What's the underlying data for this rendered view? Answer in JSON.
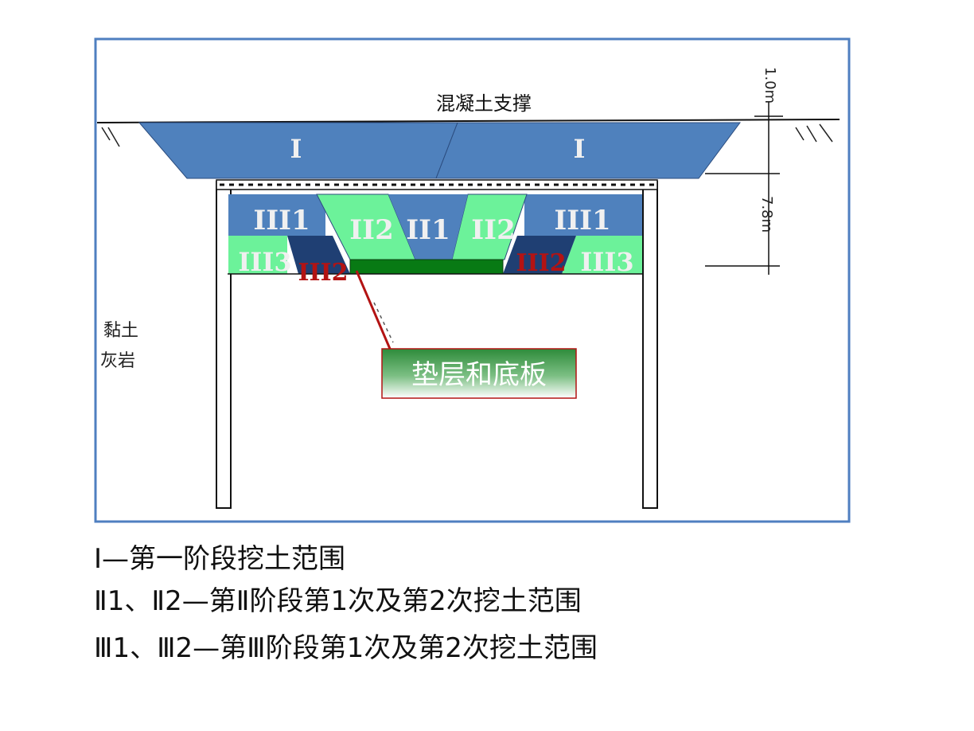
{
  "diagram": {
    "top_label": "混凝土支撑",
    "side_label_line1": "黏土",
    "side_label_line2": "灰岩",
    "zone_I_left": "I",
    "zone_I_right": "I",
    "zone_III1_left": "III1",
    "zone_II2_left": "II2",
    "zone_II1": "II1",
    "zone_II2_right": "II2",
    "zone_III1_right": "III1",
    "zone_III3_left": "III3",
    "zone_III2_left": "III2",
    "zone_III2_right": "III2",
    "zone_III3_right": "III3",
    "callout": "垫层和底板",
    "dim_top": "1.0m",
    "dim_mid": "7.8m"
  },
  "legend": {
    "line1": "Ⅰ—第一阶段挖土范围",
    "line2": "Ⅱ1、Ⅱ2—第Ⅱ阶段第1次及第2次挖土范围",
    "line3": "Ⅲ1、Ⅲ2—第Ⅲ阶段第1次及第2次挖土范围"
  },
  "colors": {
    "frame": "#4f7fc0",
    "zone_blue": "#4f81bd",
    "zone_green": "#6cf29a",
    "zone_dark_blue": "#1f3f73",
    "base_slab": "#087a14",
    "callout_red": "#b31313",
    "callout_green": "#2e8b3a"
  }
}
